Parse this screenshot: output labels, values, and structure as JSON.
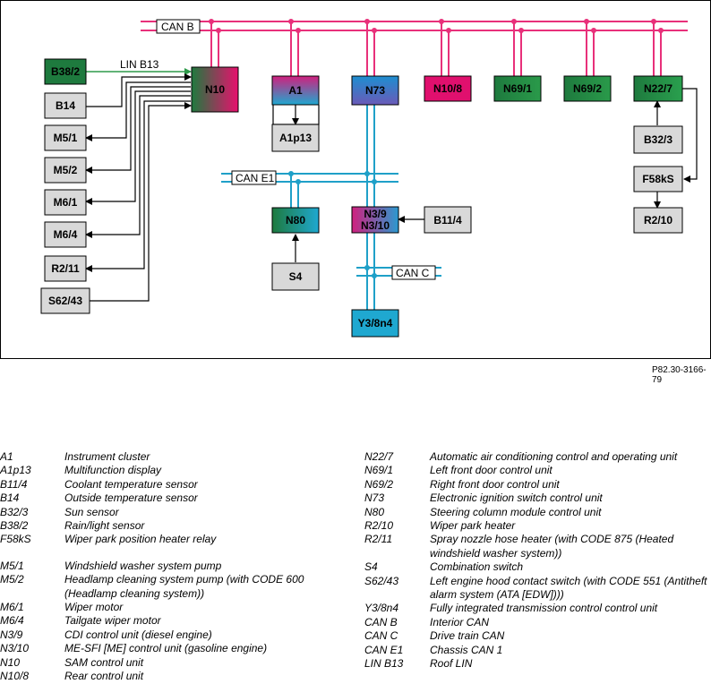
{
  "diagram": {
    "bus_labels": {
      "can_b": "CAN B",
      "can_e1": "CAN E1",
      "can_c": "CAN C",
      "lin_b13": "LIN B13"
    },
    "components": {
      "N10": "N10",
      "A1": "A1",
      "N73": "N73",
      "N10_8": "N10/8",
      "N69_1": "N69/1",
      "N69_2": "N69/2",
      "N22_7": "N22/7",
      "B38_2": "B38/2",
      "B14": "B14",
      "M5_1": "M5/1",
      "M5_2": "M5/2",
      "M6_1": "M6/1",
      "M6_4": "M6/4",
      "R2_11": "R2/11",
      "S62_43": "S62/43",
      "A1p13": "A1p13",
      "N80": "N80",
      "S4": "S4",
      "N3_9": "N3/9",
      "N3_10": "N3/10",
      "B11_4": "B11/4",
      "Y3_8n4": "Y3/8n4",
      "B32_3": "B32/3",
      "F58kS": "F58kS",
      "R2_10": "R2/10"
    },
    "colors": {
      "can_b": "#e8307a",
      "can_e1": "#1fa0c8",
      "lin": "#2e9a4a",
      "green": "#1e7a3e",
      "magenta": "#e0106e",
      "cyan": "#1fa8d0",
      "gray": "#d9d9d9"
    },
    "reference": "P82.30-3166-79"
  },
  "legend": {
    "left": [
      {
        "code": "A1",
        "desc": "Instrument cluster"
      },
      {
        "code": "A1p13",
        "desc": "Multifunction display"
      },
      {
        "code": "B11/4",
        "desc": "Coolant temperature sensor"
      },
      {
        "code": "B14",
        "desc": "Outside temperature sensor"
      },
      {
        "code": "B32/3",
        "desc": "Sun sensor"
      },
      {
        "code": "B38/2",
        "desc": "Rain/light sensor"
      },
      {
        "code": "F58kS",
        "desc": "Wiper park position heater relay"
      },
      {
        "code": "M5/1",
        "desc": "Windshield washer system pump"
      },
      {
        "code": "M5/2",
        "desc": "Headlamp cleaning system pump (with CODE 600 (Headlamp cleaning system))"
      },
      {
        "code": "M6/1",
        "desc": "Wiper motor"
      },
      {
        "code": "M6/4",
        "desc": "Tailgate wiper motor"
      },
      {
        "code": "N3/9",
        "desc": "CDI control unit (diesel engine)"
      },
      {
        "code": "N3/10",
        "desc": "ME-SFI [ME] control unit (gasoline engine)"
      },
      {
        "code": "N10",
        "desc": "SAM control unit"
      },
      {
        "code": "N10/8",
        "desc": "Rear control unit"
      }
    ],
    "right": [
      {
        "code": "N22/7",
        "desc": "Automatic air conditioning control and operating unit"
      },
      {
        "code": "N69/1",
        "desc": "Left front door control unit"
      },
      {
        "code": "N69/2",
        "desc": "Right front door control unit"
      },
      {
        "code": "N73",
        "desc": "Electronic ignition switch control unit"
      },
      {
        "code": "N80",
        "desc": "Steering column module control unit"
      },
      {
        "code": "R2/10",
        "desc": "Wiper park heater"
      },
      {
        "code": "R2/11",
        "desc": "Spray nozzle hose heater (with CODE 875 (Heated windshield washer system))"
      },
      {
        "code": "S4",
        "desc": "Combination switch"
      },
      {
        "code": "S62/43",
        "desc": "Left engine hood contact switch (with CODE 551 (Antitheft alarm system (ATA [EDW])))"
      },
      {
        "code": "Y3/8n4",
        "desc": "Fully integrated transmission control control unit"
      },
      {
        "code": "CAN B",
        "desc": "Interior CAN"
      },
      {
        "code": "CAN C",
        "desc": "Drive train CAN"
      },
      {
        "code": "CAN E1",
        "desc": "Chassis CAN 1"
      },
      {
        "code": "LIN B13",
        "desc": "Roof LIN"
      }
    ]
  }
}
